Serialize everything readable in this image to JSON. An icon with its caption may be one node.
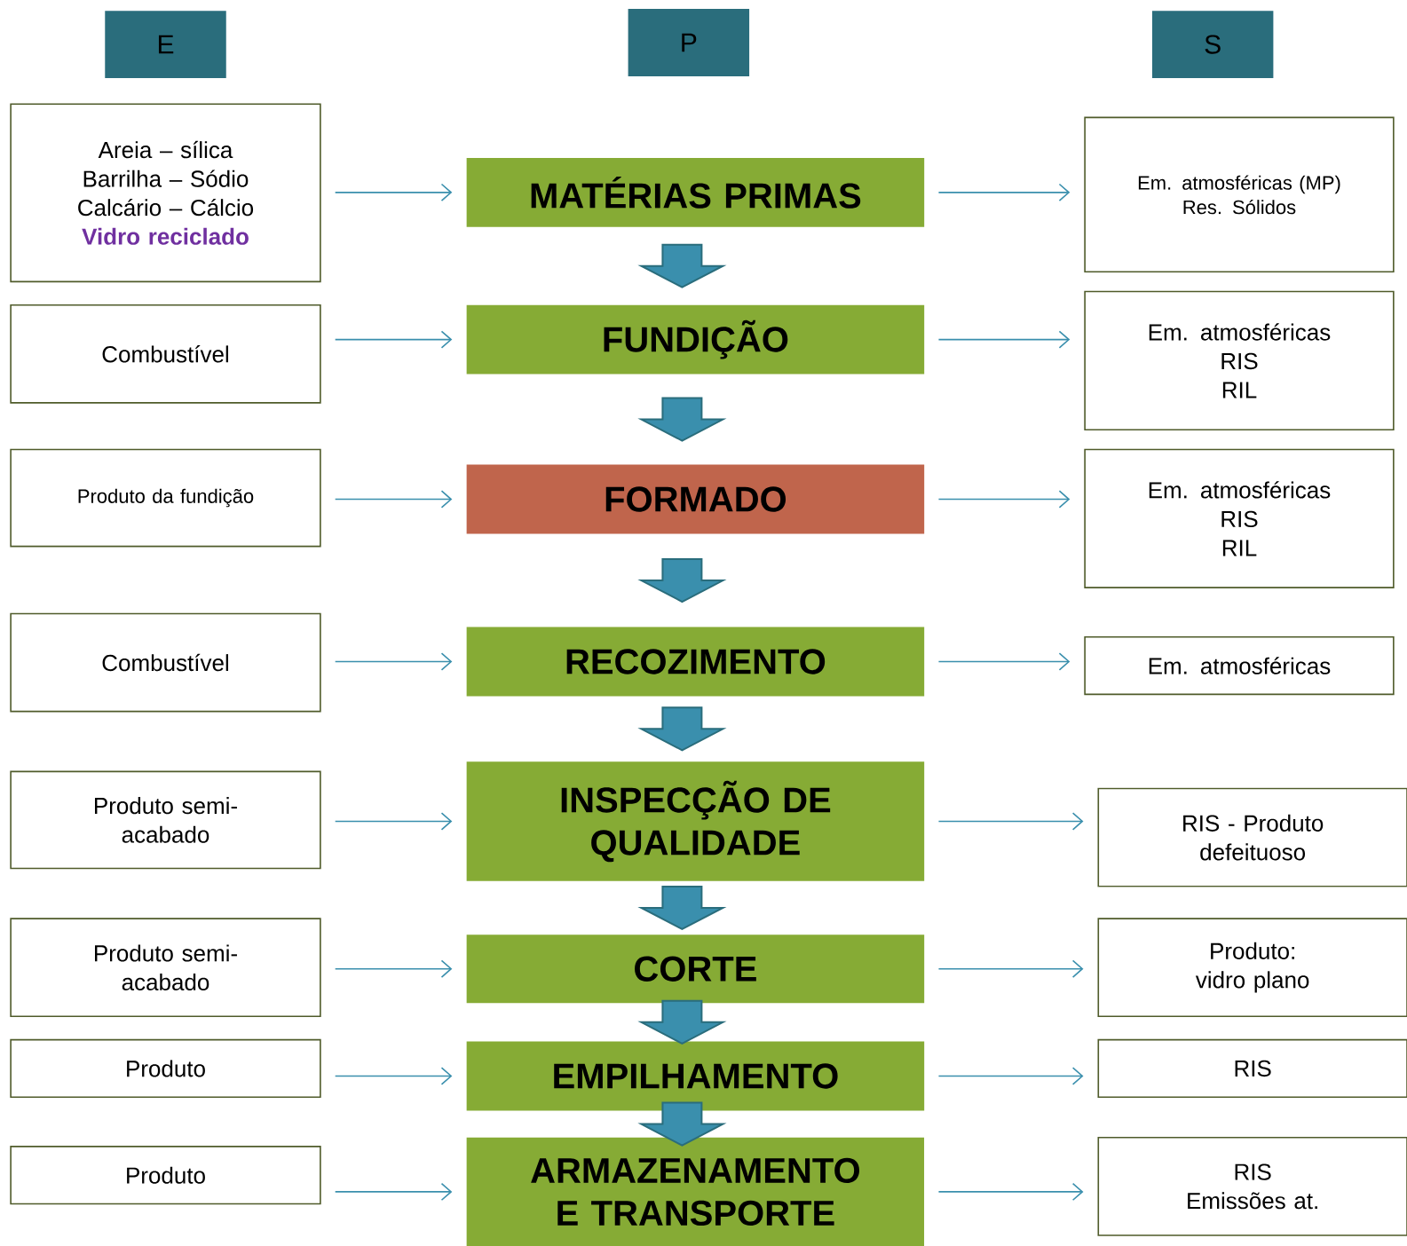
{
  "diagram": {
    "nodes": [
      {
        "text": [
          "E"
        ]
      },
      {
        "text": [
          "P"
        ]
      },
      {
        "text": [
          "S"
        ]
      },
      {
        "text": [
          "Areia – sílica",
          "Barrilha – Sódio",
          "Calcário – Cálcio",
          "Vidro reciclado"
        ]
      },
      {
        "text": [
          "MATÉRIAS PRIMAS"
        ]
      },
      {
        "text": [
          "Em. atmosféricas (MP)",
          "Res. Sólidos"
        ]
      },
      {
        "text": [
          "Combustível"
        ]
      },
      {
        "text": [
          "FUNDIÇÃO"
        ]
      },
      {
        "text": [
          "Em. atmosféricas",
          "RIS",
          "RIL"
        ]
      },
      {
        "text": [
          "Produto da fundição"
        ]
      },
      {
        "text": [
          "FORMADO"
        ]
      },
      {
        "text": [
          "Em. atmosféricas",
          "RIS",
          "RIL"
        ]
      },
      {
        "text": [
          "Combustível"
        ]
      },
      {
        "text": [
          "RECOZIMENTO"
        ]
      },
      {
        "text": [
          "Em. atmosféricas"
        ]
      },
      {
        "text": [
          "Produto semi-acabado"
        ]
      },
      {
        "text": [
          "INSPECÇÃO DE QUALIDADE"
        ]
      },
      {
        "text": [
          "RIS - Produto defeituoso"
        ]
      },
      {
        "text": [
          "Produto semi-acabado"
        ]
      },
      {
        "text": [
          "CORTE"
        ]
      },
      {
        "text": [
          "Produto: vidro plano"
        ]
      },
      {
        "text": [
          "Produto"
        ]
      },
      {
        "text": [
          "EMPILHAMENTO"
        ]
      },
      {
        "text": [
          "RIS"
        ]
      },
      {
        "text": [
          "Produto"
        ]
      },
      {
        "text": [
          "ARMAZENAMENTO E TRANSPORTE"
        ]
      },
      {
        "text": [
          "RIS",
          "Emissões at."
        ]
      }
    ],
    "edges": [
      {
        "from": 3,
        "to": 4,
        "arrow": "to"
      },
      {
        "from": 4,
        "to": 5,
        "arrow": "to"
      },
      {
        "from": 6,
        "to": 7,
        "arrow": "to"
      },
      {
        "from": 7,
        "to": 8,
        "arrow": "to"
      },
      {
        "from": 9,
        "to": 10,
        "arrow": "to"
      },
      {
        "from": 10,
        "to": 11,
        "arrow": "to"
      },
      {
        "from": 12,
        "to": 13,
        "arrow": "to"
      },
      {
        "from": 13,
        "to": 14,
        "arrow": "to"
      },
      {
        "from": 15,
        "to": 16,
        "arrow": "to"
      },
      {
        "from": 16,
        "to": 17,
        "arrow": "to"
      },
      {
        "from": 18,
        "to": 19,
        "arrow": "to"
      },
      {
        "from": 19,
        "to": 20,
        "arrow": "to"
      },
      {
        "from": 21,
        "to": 22,
        "arrow": "to"
      },
      {
        "from": 22,
        "to": 23,
        "arrow": "to"
      },
      {
        "from": 24,
        "to": 25,
        "arrow": "to"
      },
      {
        "from": 25,
        "to": 26,
        "arrow": "to"
      },
      {
        "from": 4,
        "to": 7,
        "arrow": "to",
        "style": "thick"
      },
      {
        "from": 7,
        "to": 10,
        "arrow": "to",
        "style": "thick"
      },
      {
        "from": 10,
        "to": 13,
        "arrow": "to",
        "style": "thick"
      },
      {
        "from": 13,
        "to": 16,
        "arrow": "to",
        "style": "thick"
      },
      {
        "from": 16,
        "to": 19,
        "arrow": "to",
        "style": "thick"
      },
      {
        "from": 19,
        "to": 22,
        "arrow": "to",
        "style": "thick"
      },
      {
        "from": 22,
        "to": 25,
        "arrow": "to",
        "style": "thick"
      }
    ]
  }
}
